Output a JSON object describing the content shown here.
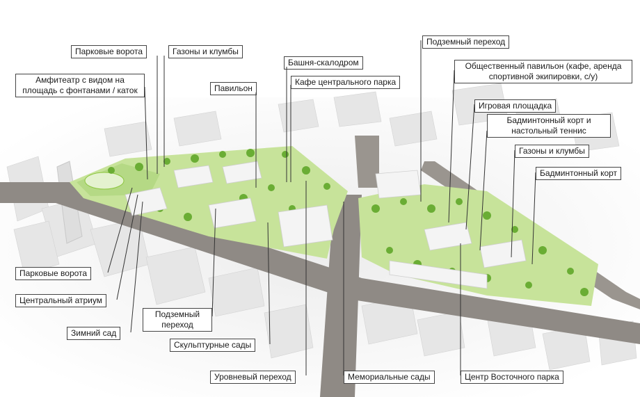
{
  "labels": {
    "park_gates_top": "Парковые ворота",
    "lawns_beds_top": "Газоны и клумбы",
    "amphitheater": "Амфитеатр с видом на площадь с фонтанами / каток",
    "pavilion": "Павильон",
    "climbing_tower": "Башня-скалодром",
    "central_cafe": "Кафе центрального парка",
    "underpass_top": "Подземный переход",
    "public_pavilion": "Общественный павильон (кафе, аренда спортивной экипировки, с/у)",
    "playground": "Игровая площадка",
    "badminton_tennis": "Бадминтонный корт и настольный теннис",
    "lawns_beds_right": "Газоны и клумбы",
    "badminton_court": "Бадминтонный корт",
    "park_gates_left": "Парковые ворота",
    "central_atrium": "Центральный атриум",
    "winter_garden": "Зимний сад",
    "underpass_bottom": "Подземный переход",
    "sculpture_gardens": "Скульптурные сады",
    "level_crossing": "Уровневый переход",
    "memorial_gardens": "Мемориальные  сады",
    "east_park_center": "Центр Восточного парка"
  },
  "colors": {
    "park_green": "#8cc63f",
    "dark_green": "#5a9a2a",
    "road": "#8f8a85",
    "building": "#f2f2f2"
  }
}
